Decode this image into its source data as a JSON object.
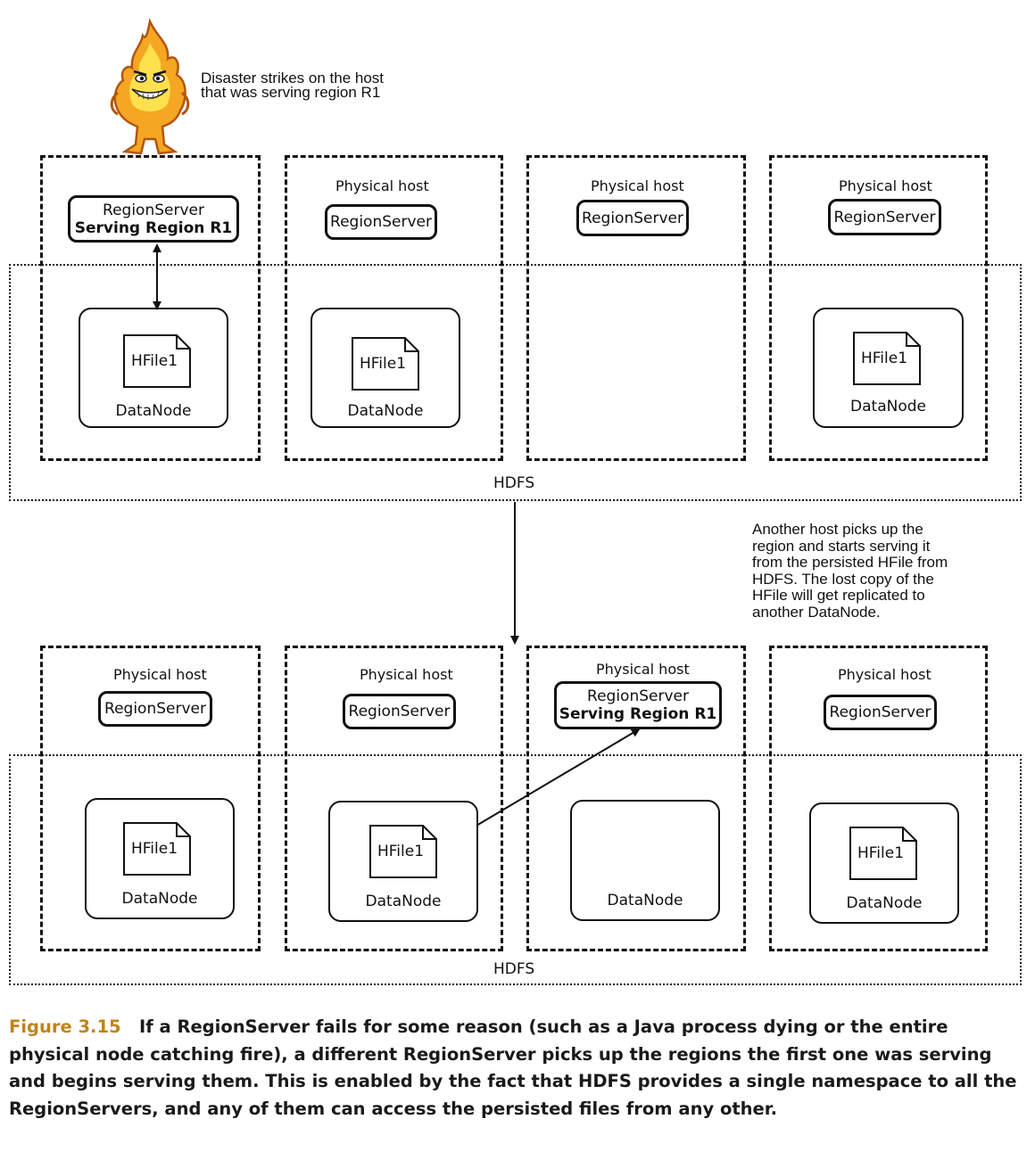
{
  "annotations": {
    "disaster": [
      "Disaster strikes on the host",
      "that was serving region R1"
    ],
    "another_host": [
      "Another host picks up the",
      "region and starts serving it",
      "from the persisted HFile from",
      "HDFS. The lost copy of the",
      "HFile will get replicated to",
      "another DataNode."
    ]
  },
  "top": {
    "hdfs_label": "HDFS",
    "hosts": [
      {
        "label": "",
        "regionserver": "RegionServer",
        "serving": "Serving Region R1",
        "file": "HFile1",
        "datanode": "DataNode"
      },
      {
        "label": "Physical host",
        "regionserver": "RegionServer",
        "file": "HFile1",
        "datanode": "DataNode"
      },
      {
        "label": "Physical host",
        "regionserver": "RegionServer"
      },
      {
        "label": "Physical host",
        "regionserver": "RegionServer",
        "file": "HFile1",
        "datanode": "DataNode"
      }
    ]
  },
  "bottom": {
    "hdfs_label": "HDFS",
    "hosts": [
      {
        "label": "Physical host",
        "regionserver": "RegionServer",
        "file": "HFile1",
        "datanode": "DataNode"
      },
      {
        "label": "Physical host",
        "regionserver": "RegionServer",
        "file": "HFile1",
        "datanode": "DataNode"
      },
      {
        "label": "Physical host",
        "regionserver": "RegionServer",
        "serving": "Serving Region R1",
        "datanode": "DataNode"
      },
      {
        "label": "Physical host",
        "regionserver": "RegionServer",
        "file": "HFile1",
        "datanode": "DataNode"
      }
    ]
  },
  "caption": {
    "figure": "Figure 3.15",
    "text": "If a RegionServer fails for some reason (such as a Java process dying or the entire physical node catching fire), a different RegionServer picks up the regions the first one was serving and begins serving them. This is enabled by the fact that HDFS provides a single namespace to all the RegionServers, and any of them can access the persisted files from any other."
  },
  "colors": {
    "figure_label": "#c0831b",
    "fire_outer": "#f5a623",
    "fire_inner": "#ffe14d"
  },
  "icons": [
    "fire-monster-icon",
    "file-icon",
    "double-arrow-icon",
    "down-arrow-icon"
  ]
}
